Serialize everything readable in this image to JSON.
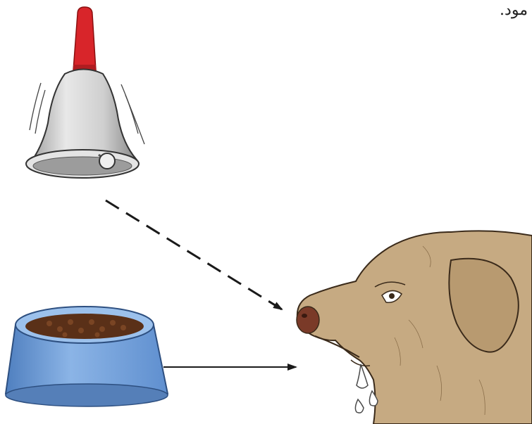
{
  "caption": "مود.",
  "colors": {
    "bell_handle": "#d8252a",
    "bell_body": "#c9c9c9",
    "bowl": "#6f9fd6",
    "food": "#5a3018",
    "dog_fur": "#c6aa82",
    "drool": "#ffffff"
  },
  "icons": [
    "bell-icon",
    "food-bowl-icon",
    "dog-head-icon",
    "dashed-arrow",
    "solid-arrow"
  ]
}
